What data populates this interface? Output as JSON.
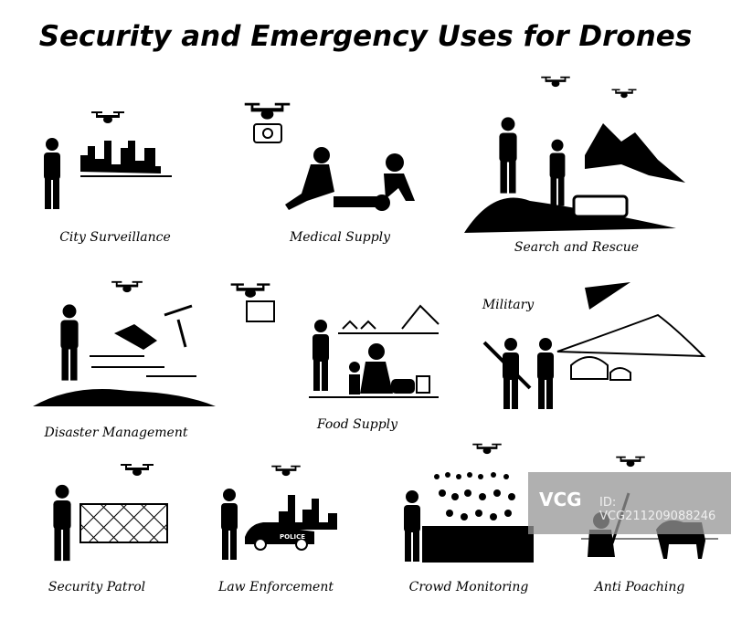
{
  "title": "Security and Emergency Uses for Drones",
  "panels": [
    {
      "label": "City Surveillance"
    },
    {
      "label": "Medical Supply"
    },
    {
      "label": "Search and Rescue"
    },
    {
      "label": "Military"
    },
    {
      "label": "Disaster Management"
    },
    {
      "label": "Food Supply"
    },
    {
      "label": "Security Patrol"
    },
    {
      "label": "Law Enforcement"
    },
    {
      "label": "Crowd Monitoring"
    },
    {
      "label": "Anti Poaching"
    }
  ],
  "police_car_text": "POLICE",
  "watermark": {
    "logo": "VCG",
    "id": "ID: VCG211209088246"
  }
}
